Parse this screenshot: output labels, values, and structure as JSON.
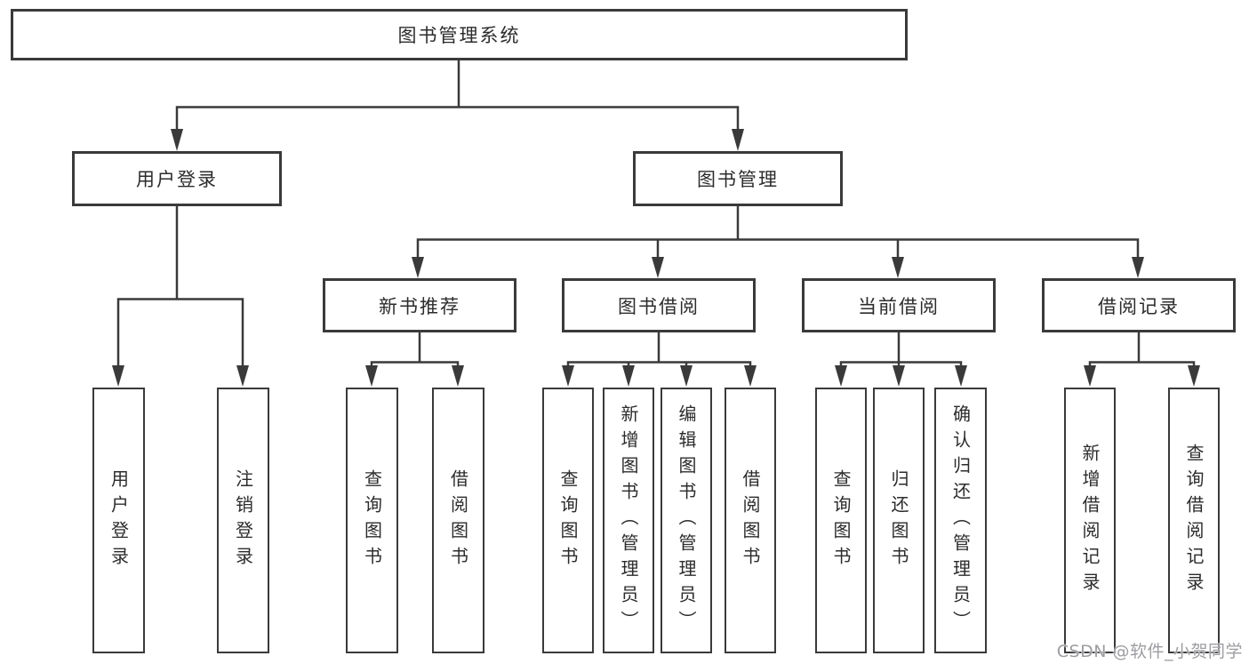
{
  "colors": {
    "line": "#3a3a3a",
    "box_border": "#3a3a3a",
    "box_background": "#ffffff",
    "text": "#2c2c2c",
    "watermark_text": "#9d9da2"
  },
  "chart_type": "hierarchy-tree",
  "tree": {
    "label": "图书管理系统",
    "children": [
      {
        "label": "用户登录",
        "children": [
          {
            "label": "用户登录"
          },
          {
            "label": "注销登录"
          }
        ]
      },
      {
        "label": "图书管理",
        "children": [
          {
            "label": "新书推荐",
            "children": [
              {
                "label": "查询图书"
              },
              {
                "label": "借阅图书"
              }
            ]
          },
          {
            "label": "图书借阅",
            "children": [
              {
                "label": "查询图书"
              },
              {
                "label": "新增图书（管理员）"
              },
              {
                "label": "编辑图书（管理员）"
              },
              {
                "label": "借阅图书"
              }
            ]
          },
          {
            "label": "当前借阅",
            "children": [
              {
                "label": "查询图书"
              },
              {
                "label": "归还图书"
              },
              {
                "label": "确认归还（管理员）"
              }
            ]
          },
          {
            "label": "借阅记录",
            "children": [
              {
                "label": "新增借阅记录"
              },
              {
                "label": "查询借阅记录"
              }
            ]
          }
        ]
      }
    ]
  },
  "watermark": "CSDN @软件_小贺同学"
}
